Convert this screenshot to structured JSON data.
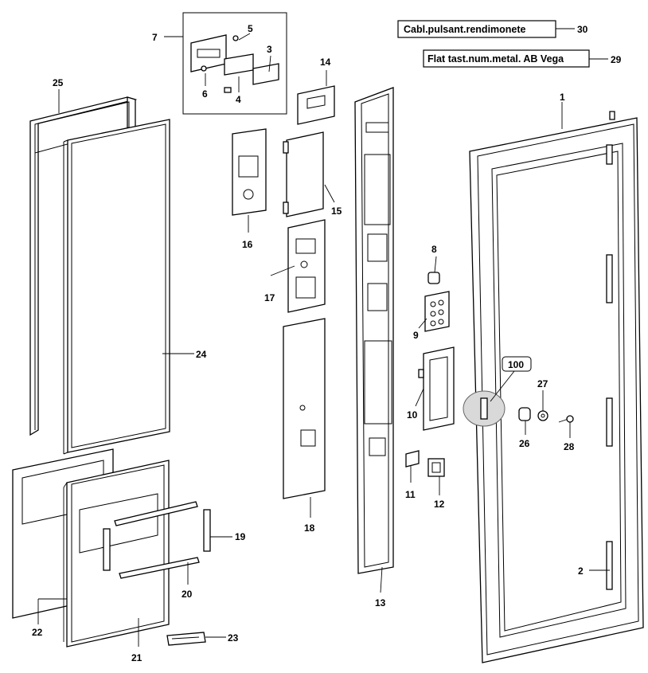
{
  "callouts": {
    "c1": "1",
    "c2": "2",
    "c3": "3",
    "c4": "4",
    "c5": "5",
    "c6": "6",
    "c7": "7",
    "c8": "8",
    "c9": "9",
    "c10": "10",
    "c11": "11",
    "c12": "12",
    "c13": "13",
    "c14": "14",
    "c15": "15",
    "c16": "16",
    "c17": "17",
    "c18": "18",
    "c19": "19",
    "c20": "20",
    "c21": "21",
    "c22": "22",
    "c23": "23",
    "c24": "24",
    "c25": "25",
    "c26": "26",
    "c27": "27",
    "c28": "28",
    "c29": "29",
    "c30": "30",
    "c100": "100"
  },
  "boxed_labels": {
    "part30": "Cabl.pulsant.rendimonete",
    "part29": "Flat tast.num.metal. AB Vega"
  }
}
